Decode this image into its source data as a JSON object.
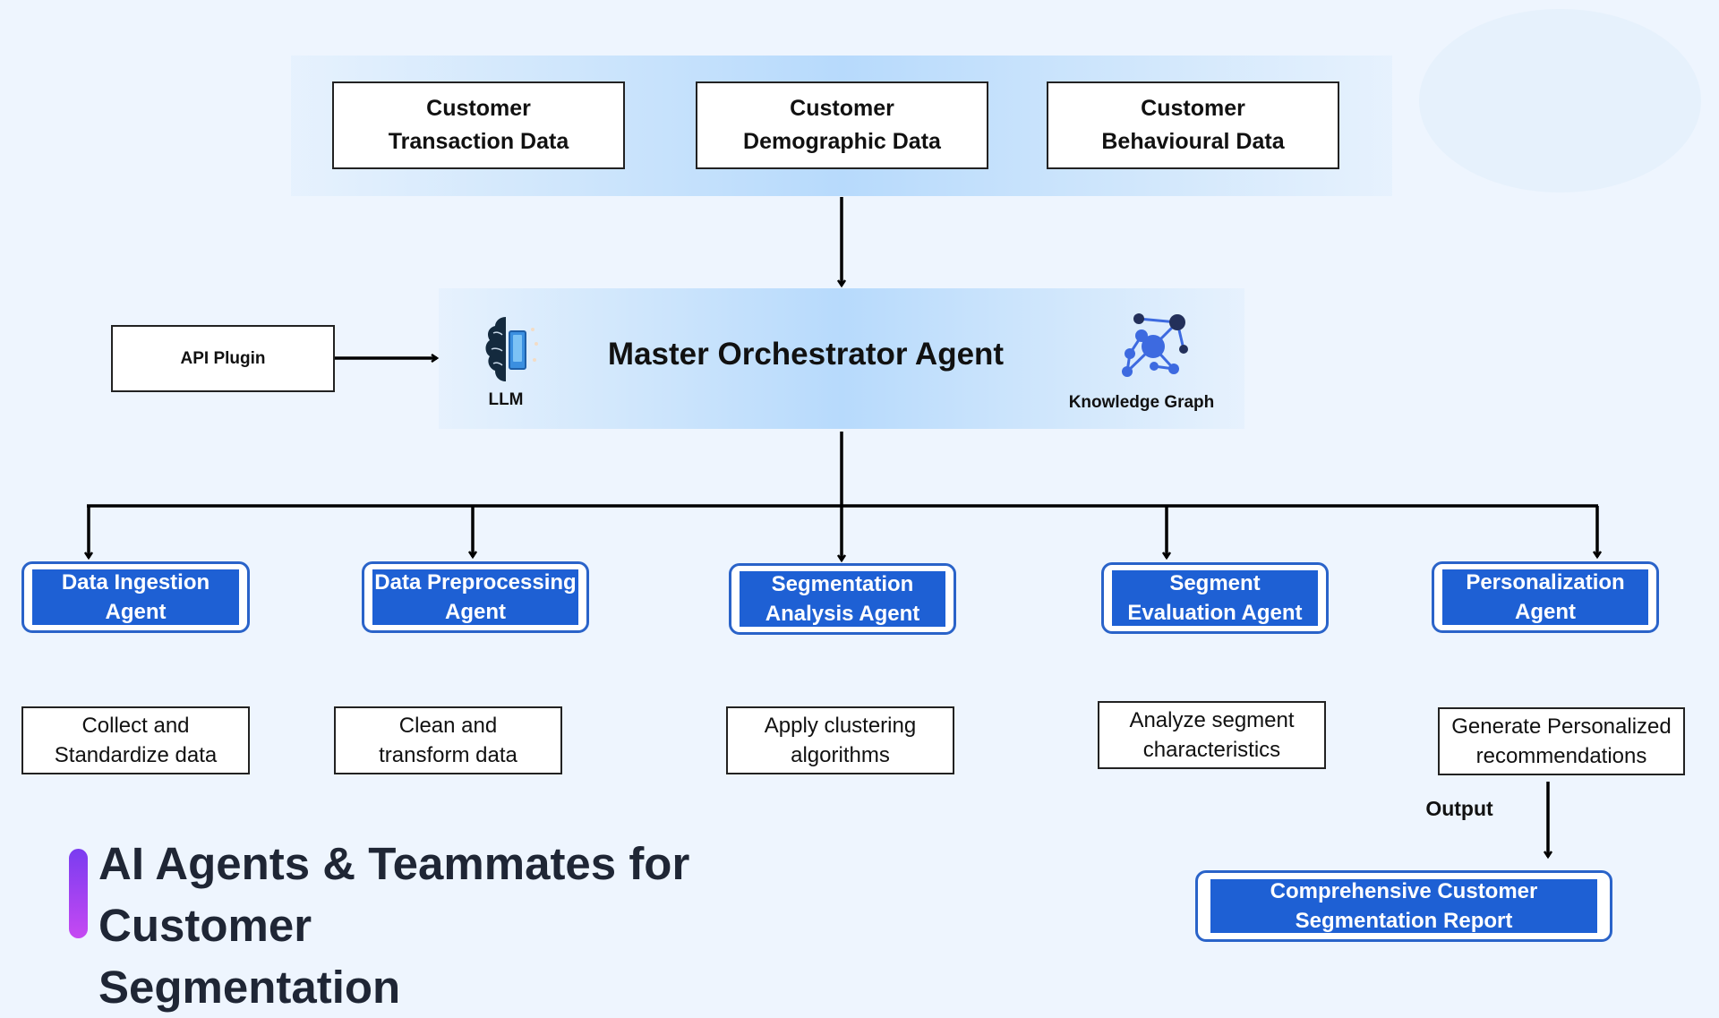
{
  "diagram": {
    "title": "AI Agents & Teammates for Customer Segmentation",
    "title_lines": [
      "AI Agents & Teammates for Customer",
      "Segmentation"
    ],
    "accent_colors": {
      "agent_fill": "#1e60d4",
      "agent_border": "#2a63c9",
      "title_bar_top": "#7a3cf0",
      "title_bar_bottom": "#c649f2",
      "background": "#eef5fe"
    },
    "data_sources": [
      {
        "line1": "Customer",
        "line2": "Transaction Data"
      },
      {
        "line1": "Customer",
        "line2": "Demographic Data"
      },
      {
        "line1": "Customer",
        "line2": "Behavioural Data"
      }
    ],
    "orchestrator": {
      "label": "Master Orchestrator Agent",
      "llm_label": "LLM",
      "llm_icon": "brain-icon",
      "kg_label": "Knowledge Graph",
      "kg_icon": "network-graph-icon"
    },
    "api_plugin": {
      "label": "API Plugin"
    },
    "agents": [
      {
        "line1": "Data Ingestion",
        "line2": "Agent",
        "task1": "Collect and",
        "task2": "Standardize data"
      },
      {
        "line1": "Data Preprocessing",
        "line2": "Agent",
        "task1": "Clean and",
        "task2": "transform data"
      },
      {
        "line1": "Segmentation",
        "line2": "Analysis Agent",
        "task1": "Apply clustering",
        "task2": "algorithms"
      },
      {
        "line1": "Segment",
        "line2": "Evaluation Agent",
        "task1": "Analyze segment",
        "task2": "characteristics"
      },
      {
        "line1": "Personalization",
        "line2": "Agent",
        "task1": "Generate Personalized",
        "task2": "recommendations"
      }
    ],
    "output": {
      "label": "Output",
      "line1": "Comprehensive Customer",
      "line2": "Segmentation Report"
    }
  }
}
